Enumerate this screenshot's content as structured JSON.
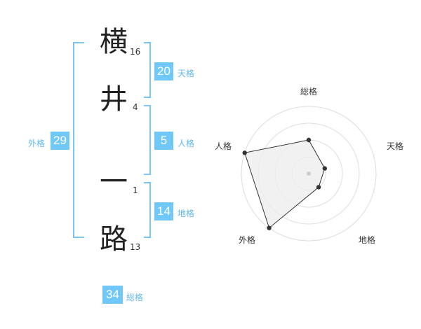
{
  "name": {
    "chars": [
      {
        "char": "横",
        "strokes": "16"
      },
      {
        "char": "井",
        "strokes": "4"
      },
      {
        "char": "一",
        "strokes": "1"
      },
      {
        "char": "路",
        "strokes": "13"
      }
    ]
  },
  "kakusu": {
    "tenkaku": {
      "value": "20",
      "label": "天格"
    },
    "jinkaku": {
      "value": "5",
      "label": "人格"
    },
    "chikaku": {
      "value": "14",
      "label": "地格"
    },
    "gaikaku": {
      "value": "29",
      "label": "外格"
    },
    "soukaku": {
      "value": "34",
      "label": "総格"
    }
  },
  "colors": {
    "accent": "#6fc8f7",
    "bracket": "#79c6f2",
    "radar_fill": "#eeeeee",
    "radar_stroke": "#333333"
  },
  "chart_data": {
    "type": "radar",
    "axes": [
      "総格",
      "天格",
      "地格",
      "外格",
      "人格"
    ],
    "values": [
      2,
      1,
      1,
      4,
      4
    ],
    "rings": 4,
    "max": 4
  }
}
